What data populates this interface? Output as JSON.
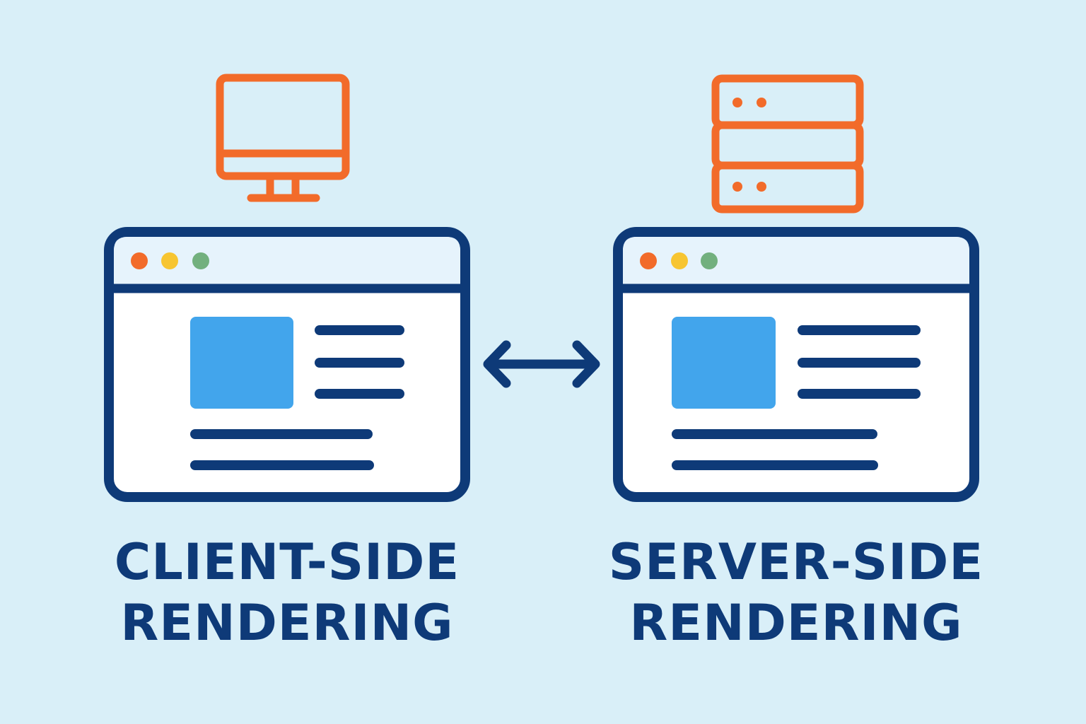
{
  "colors": {
    "background": "#d9eff8",
    "navy": "#0e3a78",
    "orange": "#f26b2a",
    "dot_red": "#f26b2a",
    "dot_yellow": "#f7c531",
    "dot_green": "#72b07e",
    "image_blue": "#42a5ec",
    "titlebar": "#e6f3fc",
    "content": "#ffffff"
  },
  "icons": {
    "client": "monitor-icon",
    "server": "server-stack-icon",
    "connector": "double-arrow-icon"
  },
  "left_panel": {
    "caption_line1": "CLIENT-SIDE",
    "caption_line2": "RENDERING"
  },
  "right_panel": {
    "caption_line1": "SERVER-SIDE",
    "caption_line2": "RENDERING"
  }
}
